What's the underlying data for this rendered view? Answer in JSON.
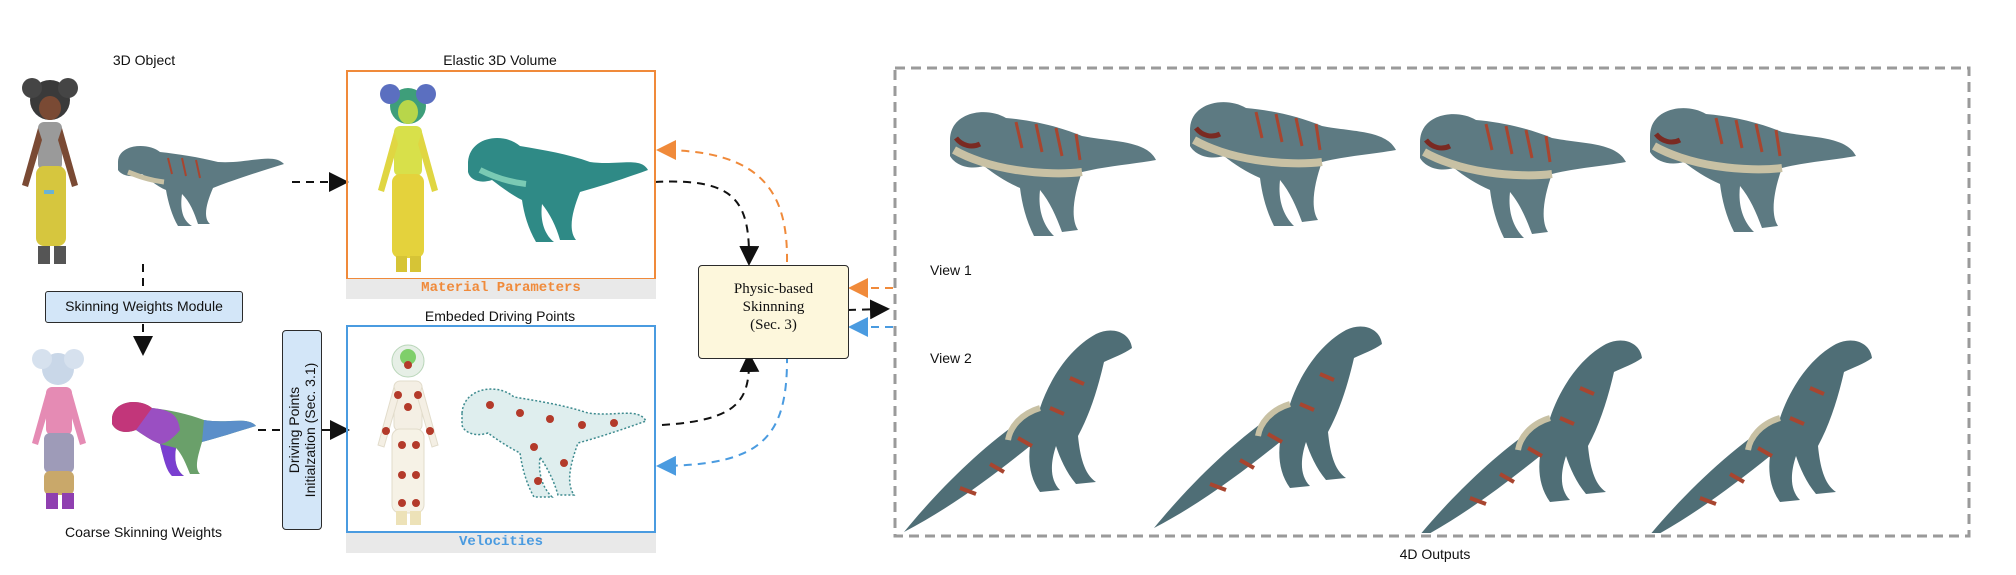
{
  "labels": {
    "object_3d": "3D Object",
    "elastic_volume": "Elastic 3D Volume",
    "material_parameters": "Material Parameters",
    "skinning_module": "Skinning Weights Module",
    "coarse_skinning": "Coarse Skinning Weights",
    "driving_points_line1": "Driving Points",
    "driving_points_line2": "Initialzation (Sec. 3.1)",
    "embedded_points": "Embeded Driving Points",
    "velocities": "Velocities",
    "physic_line1": "Physic-based",
    "physic_line2": "Skinnning",
    "physic_line3": "(Sec. 3)",
    "view1": "View 1",
    "view2": "View 2",
    "outputs": "4D Outputs"
  },
  "colors": {
    "orange": "#f08a3a",
    "blue": "#4a9be0",
    "module_fill": "#d3e6f8",
    "physic_fill": "#fdf7dc",
    "trex_skin": "#5d7a82",
    "trex_belly": "#c8c1a4",
    "trex_stripe": "#a8452f"
  },
  "icons": [
    "girl-character-icon",
    "trex-icon",
    "painted-girl-icon",
    "painted-trex-icon",
    "particle-girl-icon",
    "particle-trex-icon",
    "driving-points-girl-icon",
    "driving-points-trex-icon"
  ]
}
